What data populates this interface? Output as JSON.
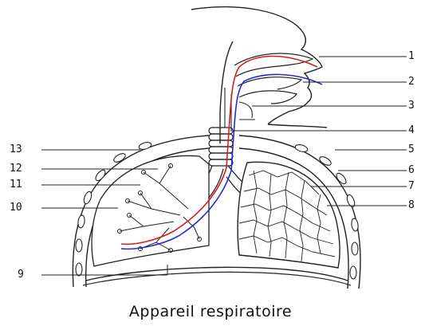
{
  "caption": "Appareil respiratoire",
  "colors": {
    "outline": "#222222",
    "red_path": "#d21f1f",
    "blue_path": "#2a2ad0"
  },
  "labels": {
    "l1": "1",
    "l2": "2",
    "l3": "3",
    "l4": "4",
    "l5": "5",
    "l6": "6",
    "l7": "7",
    "l8": "8",
    "l9": "9",
    "l10": "10",
    "l11": "11",
    "l12": "12",
    "l13": "13"
  }
}
